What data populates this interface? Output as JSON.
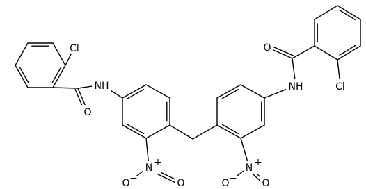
{
  "molecule": {
    "atoms": [
      {
        "id": "cl_left",
        "text": "Cl"
      },
      {
        "id": "o_left",
        "text": "O"
      },
      {
        "id": "nh_left",
        "text": "NH"
      },
      {
        "id": "n_left",
        "text": "N",
        "charge": "+"
      },
      {
        "id": "o1_left",
        "text": "O",
        "charge": "−"
      },
      {
        "id": "o2_left",
        "text": "O"
      },
      {
        "id": "o_right",
        "text": "O"
      },
      {
        "id": "nh_right",
        "text": "NH"
      },
      {
        "id": "cl_right",
        "text": "Cl"
      },
      {
        "id": "n_right",
        "text": "N",
        "charge": "+"
      },
      {
        "id": "o1_right",
        "text": "O",
        "charge": "−"
      },
      {
        "id": "o2_right",
        "text": "O"
      }
    ]
  }
}
